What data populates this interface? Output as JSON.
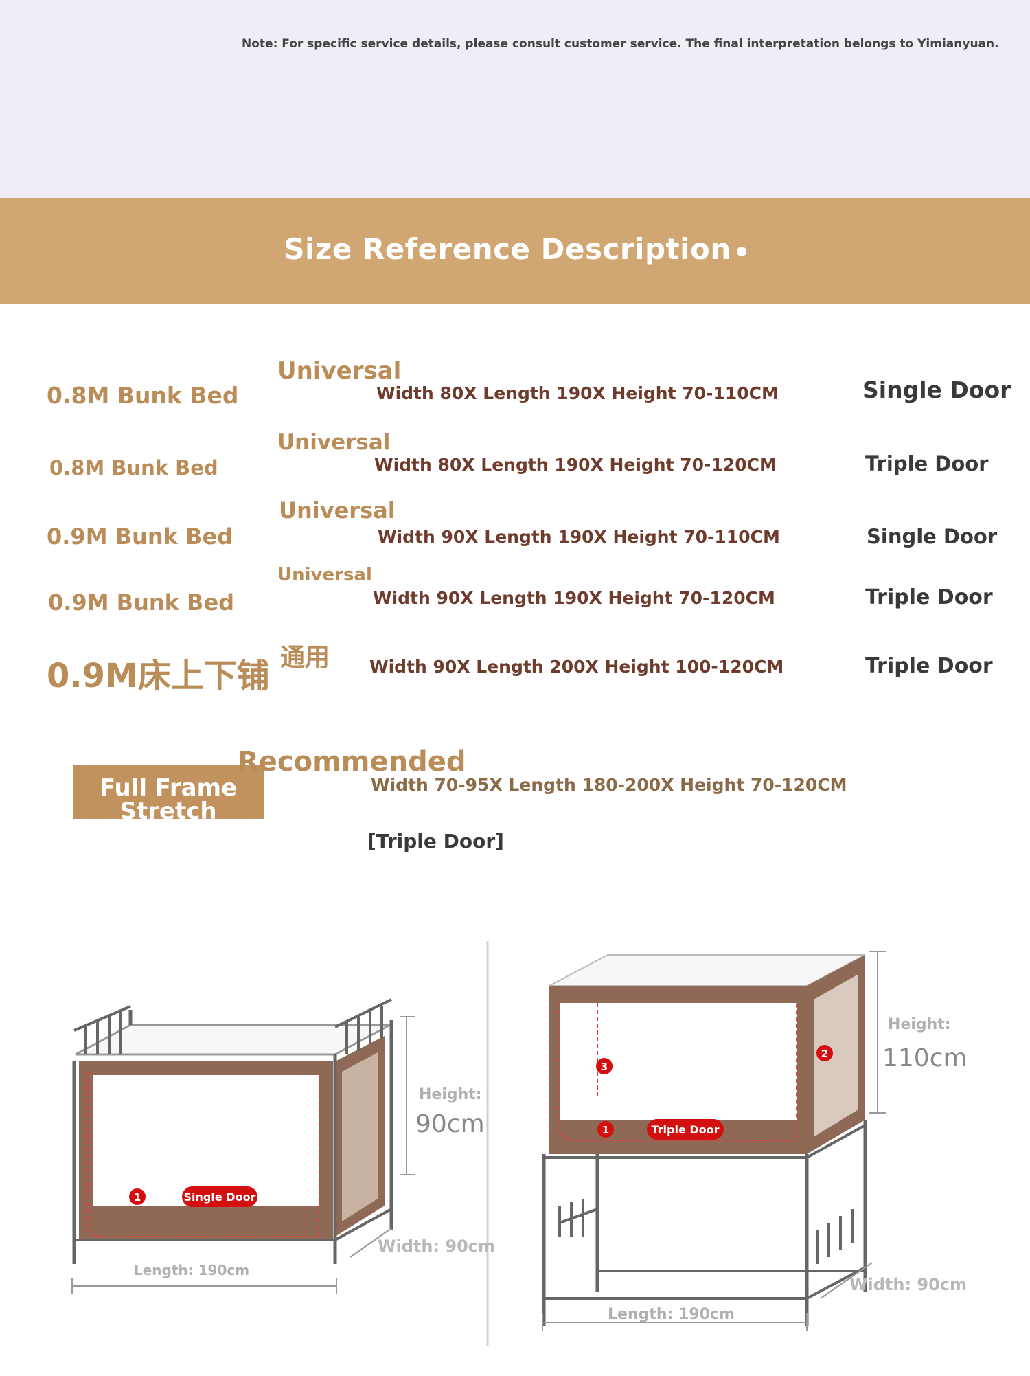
{
  "note": "Note: For specific service details, please consult customer service. The final interpretation belongs to Yimianyuan.",
  "banner": {
    "title": "Size Reference Description"
  },
  "rows": [
    {
      "bed": "0.8M Bunk Bed",
      "tag": "Universal",
      "dims": "Width 80X Length 190X Height 70-110CM",
      "door": "Single Door"
    },
    {
      "bed": "0.8M Bunk Bed",
      "tag": "Universal",
      "dims": "Width 80X Length 190X Height 70-120CM",
      "door": "Triple Door"
    },
    {
      "bed": "0.9M Bunk Bed",
      "tag": "Universal",
      "dims": "Width 90X Length 190X Height 70-110CM",
      "door": "Single Door"
    },
    {
      "bed": "0.9M Bunk Bed",
      "tag": "Universal",
      "dims": "Width 90X Length 190X Height 70-120CM",
      "door": "Triple Door"
    },
    {
      "bed": "0.9M床上下铺",
      "tag": "通用",
      "dims": "Width 90X Length 200X Height 100-120CM",
      "door": "Triple Door"
    }
  ],
  "full_frame": {
    "label": "Full Frame Stretch",
    "tag": "Recommended",
    "dims": "Width 70-95X Length 180-200X Height 70-120CM",
    "door": "[Triple Door]"
  },
  "diagram_left": {
    "height_label": "Height:",
    "height_value": "90cm",
    "width_label": "Width: 90cm",
    "length_label": "Length: 190cm",
    "door_label": "Single Door",
    "marker": "1"
  },
  "diagram_right": {
    "height_label": "Height:",
    "height_value": "110cm",
    "width_label": "Width: 90cm",
    "length_label": "Length: 190cm",
    "door_label": "Triple Door",
    "markers": [
      "1",
      "2",
      "3"
    ]
  },
  "colors": {
    "banner": "#d0a772",
    "accent": "#b98c58",
    "dims": "#6e3b2c",
    "curtain": "#8e6a56",
    "marker": "#d40f0f"
  }
}
